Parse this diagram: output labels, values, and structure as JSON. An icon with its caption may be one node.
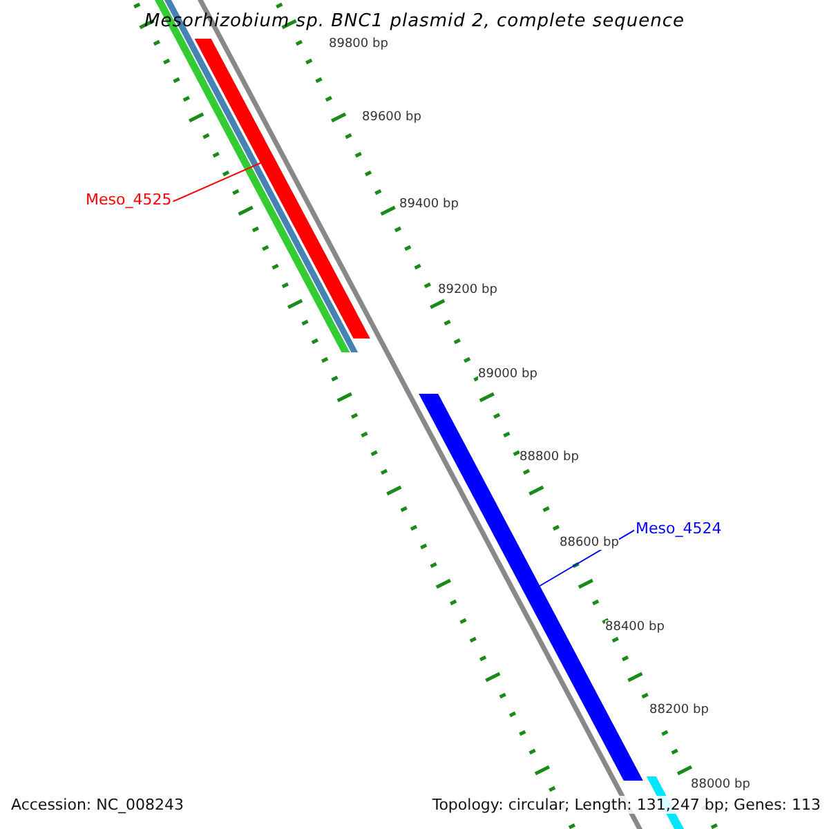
{
  "diagram": {
    "title": "Mesorhizobium sp. BNC1 plasmid 2, complete sequence",
    "nodes": [
      {
        "text": [
          "Meso_4525"
        ]
      },
      {
        "text": [],
        "shape": "bar"
      },
      {
        "text": [
          "Meso_4524"
        ]
      },
      {
        "text": [],
        "shape": "bar"
      }
    ],
    "edges": [
      {
        "from": 0,
        "to": 1,
        "arrow": "none",
        "color": "#ff0000"
      },
      {
        "from": 2,
        "to": 3,
        "arrow": "none",
        "color": "#0000ff"
      }
    ],
    "labels": [
      "89800 bp",
      "89600 bp",
      "89400 bp",
      "89200 bp",
      "89000 bp",
      "88800 bp",
      "88600 bp",
      "88400 bp",
      "88200 bp",
      "88000 bp",
      "Accession: NC_008243",
      "Topology: circular; Length: 131,247 bp; Genes: 113"
    ]
  }
}
